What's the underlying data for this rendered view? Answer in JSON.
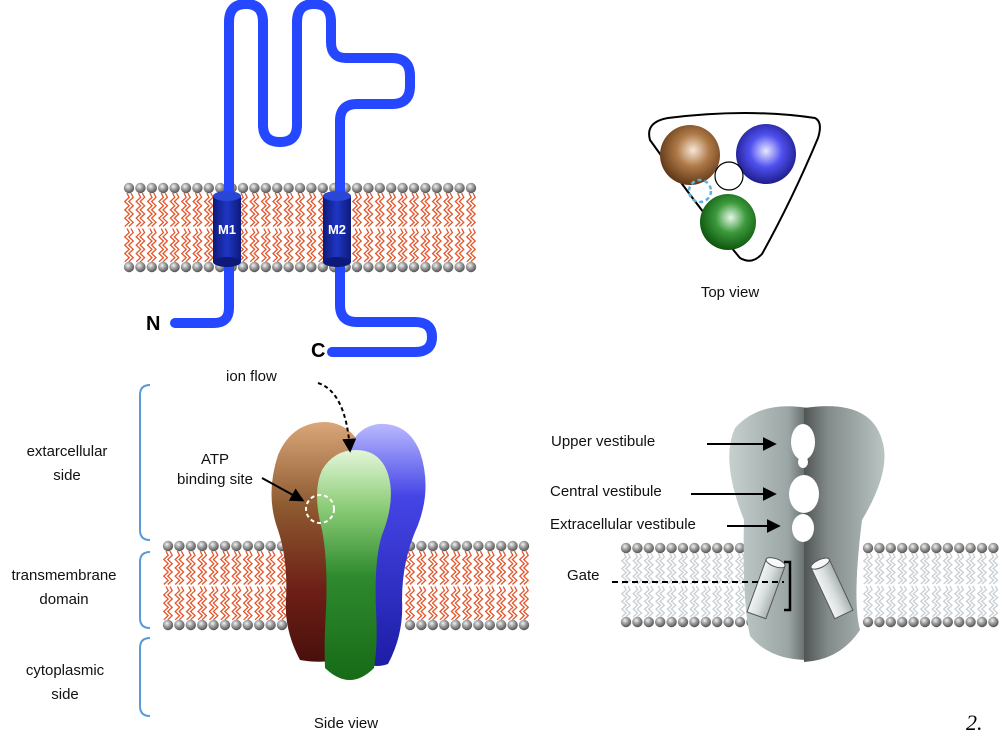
{
  "topology": {
    "helix_1": "M1",
    "helix_2": "M2",
    "n_terminus": "N",
    "c_terminus": "C"
  },
  "top_view": {
    "caption": "Top view"
  },
  "side_view": {
    "caption": "Side view",
    "ion_flow": "ion flow",
    "atp_site": [
      "ATP",
      "binding site"
    ]
  },
  "regions": {
    "extracellular": [
      "extarcellular",
      "side"
    ],
    "transmembrane": [
      "transmembrane",
      "domain"
    ],
    "cytoplasmic": [
      "cytoplasmic",
      "side"
    ]
  },
  "pore": {
    "upper": "Upper vestibule",
    "central": "Central vestibule",
    "extracellular": "Extracellular vestibule",
    "gate": "Gate"
  },
  "figure_number": "2.",
  "colors": {
    "chain_blue": "#2447ff",
    "helix_dark": "#1428a8",
    "lipid_tail": "#e3562b",
    "head_grey": "#8a8a8a",
    "subunit_brown": "#8b5a2b",
    "subunit_green": "#1c7a1c",
    "subunit_blue": "#2a2ad6",
    "bracket_blue": "#5b9bd5",
    "pore_grey": "#b9c4c3",
    "pore_dark": "#6f7474",
    "atp_ring": "#5bb3d9"
  }
}
